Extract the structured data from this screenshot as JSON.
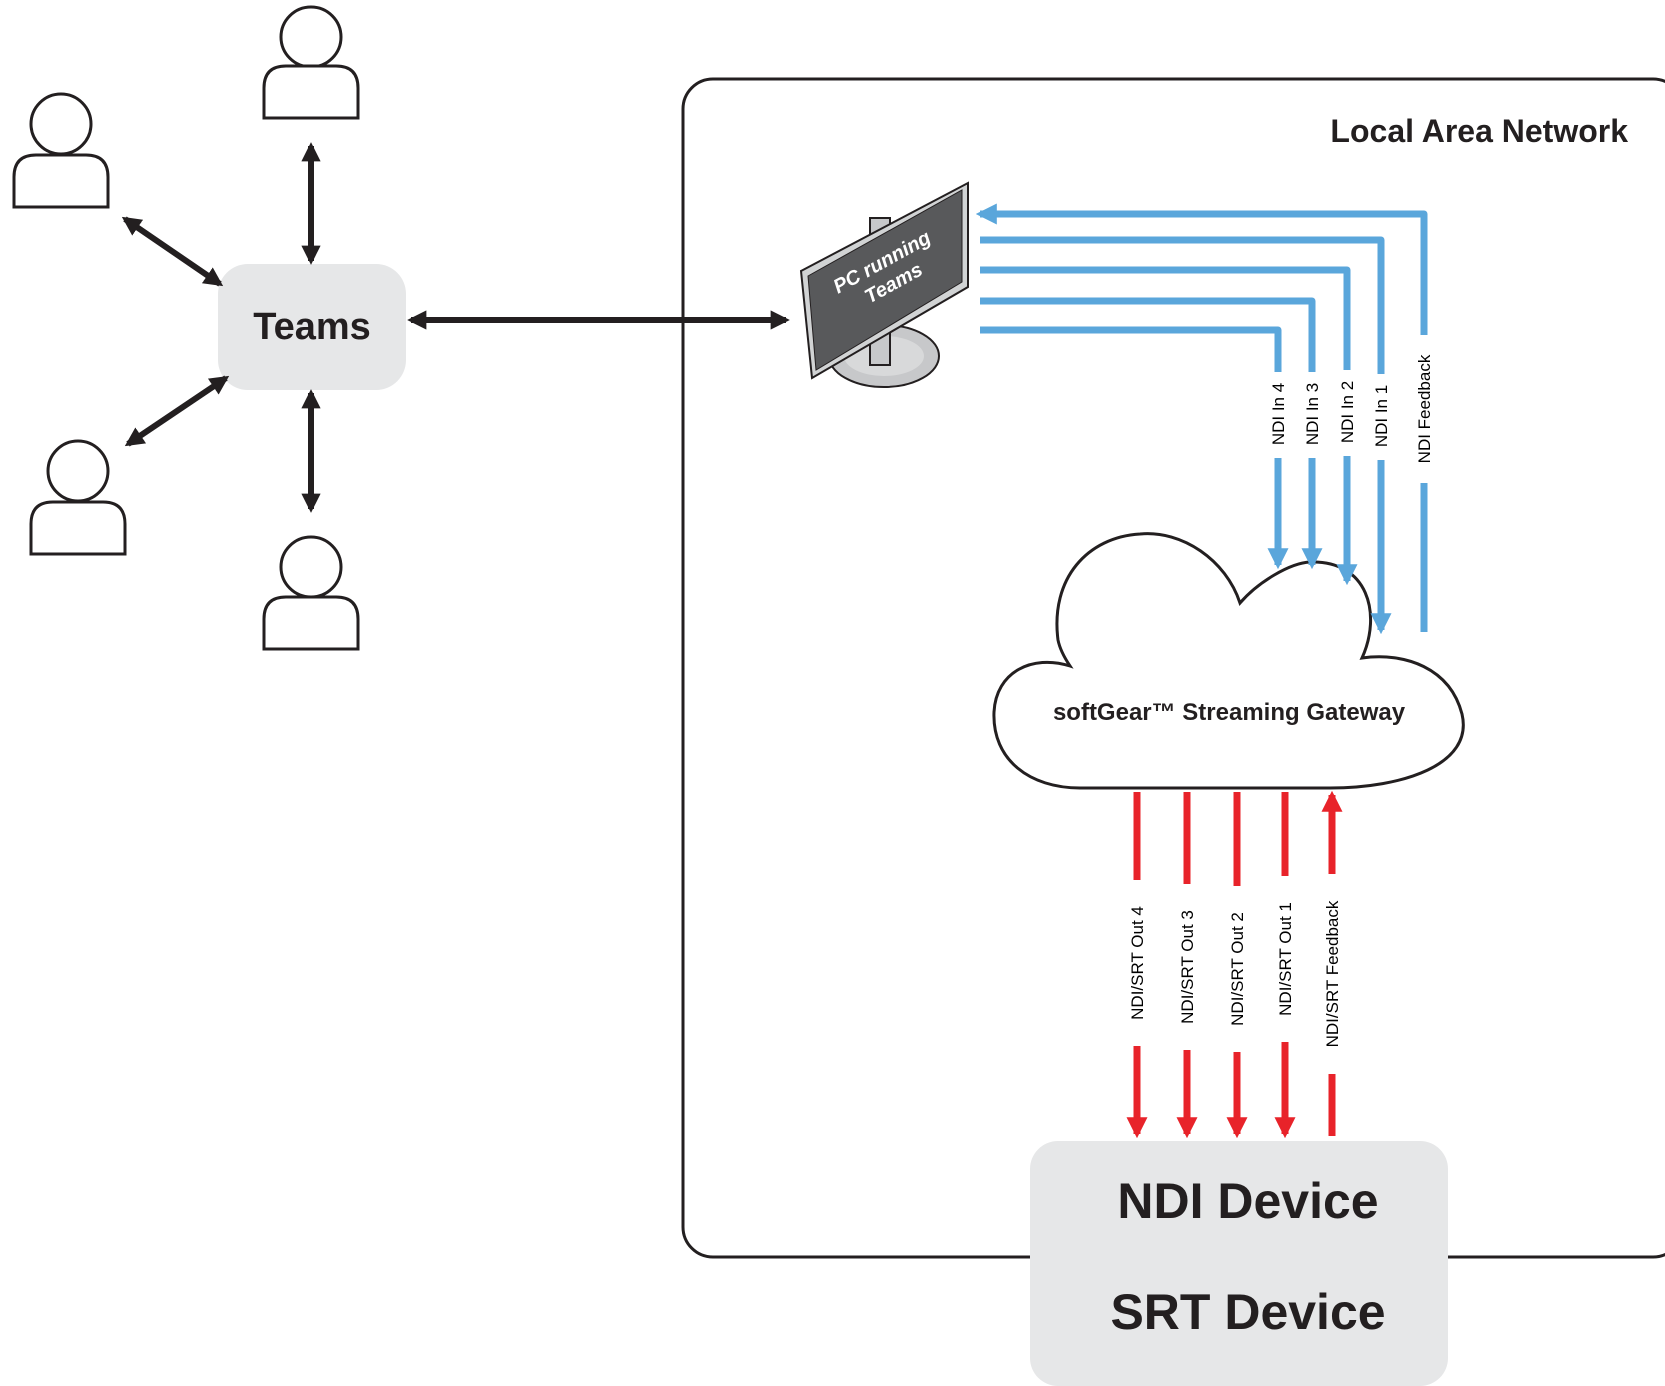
{
  "lan": {
    "title": "Local Area Network"
  },
  "hub": {
    "label": "Teams"
  },
  "pc": {
    "line1": "PC running",
    "line2": "Teams"
  },
  "gateway": {
    "label": "softGear™ Streaming Gateway"
  },
  "devices": {
    "ndi": "NDI Device",
    "srt": "SRT Device"
  },
  "ndi_streams": [
    {
      "label": "NDI In 4"
    },
    {
      "label": "NDI In 3"
    },
    {
      "label": "NDI In 2"
    },
    {
      "label": "NDI In 1"
    },
    {
      "label": "NDI Feedback"
    }
  ],
  "srt_streams": [
    {
      "label": "NDI/SRT Out 4"
    },
    {
      "label": "NDI/SRT Out 3"
    },
    {
      "label": "NDI/SRT Out 2"
    },
    {
      "label": "NDI/SRT Out 1"
    },
    {
      "label": "NDI/SRT Feedback"
    }
  ],
  "colors": {
    "ndi_arrow": "#5aa6db",
    "srt_arrow": "#e8232a",
    "link_arrow": "#231f20",
    "box_fill": "#e6e7e8"
  }
}
